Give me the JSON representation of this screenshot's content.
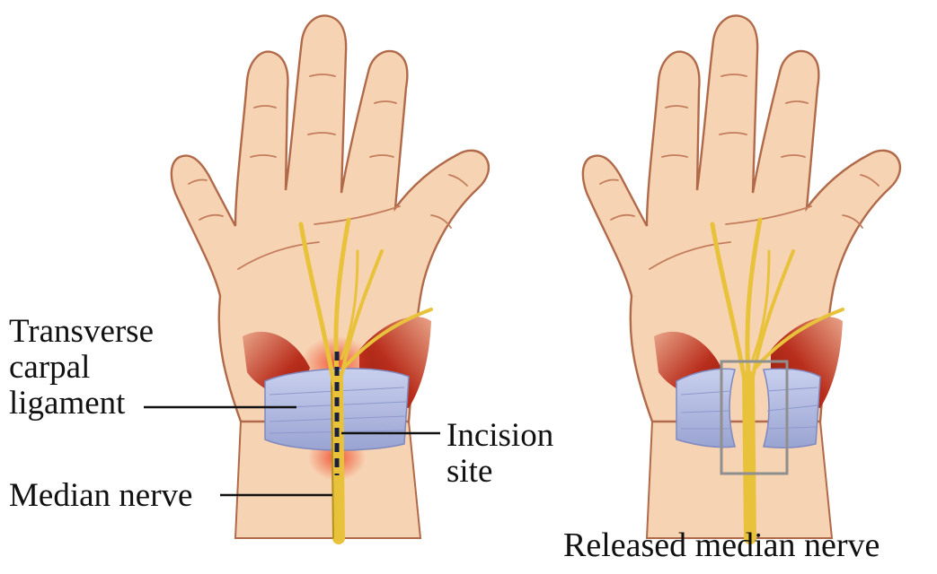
{
  "labels": {
    "ligament": [
      "Transverse",
      "carpal",
      "ligament"
    ],
    "incision": [
      "Incision",
      "site"
    ],
    "median_nerve": "Median nerve",
    "released": "Released median nerve"
  },
  "colors": {
    "skin": "#f6d3b3",
    "skin_outline": "#b06a4a",
    "nerve": "#e9c23c",
    "nerve_dark": "#b8921c",
    "ligament": "#b4bde2",
    "muscle": "#b92e1c",
    "incision": "#1a2040",
    "release_box": "#8f8f8f"
  }
}
